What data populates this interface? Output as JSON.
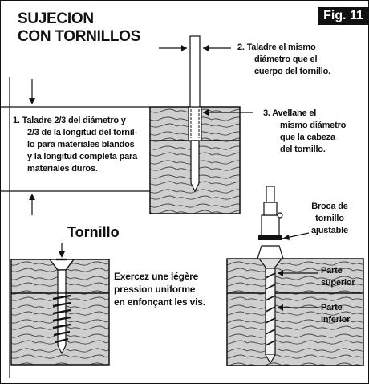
{
  "title": {
    "line1": "SUJECION",
    "line2": "CON TORNILLOS"
  },
  "figure_label": "Fig. 11",
  "step1": {
    "lines": [
      "1. Taladre 2/3 del diámetro y",
      "2/3 de la longitud del tornil-",
      "lo para materiales blandos",
      "y la longitud completa para",
      "materiales duros."
    ]
  },
  "step2": {
    "lines": [
      "2.  Taladre el mismo",
      "diámetro que el",
      "cuerpo del tornillo."
    ]
  },
  "step3": {
    "lines": [
      "3.  Avellane el",
      "mismo diámetro",
      "que la cabeza",
      "del tornillo."
    ]
  },
  "screw_label": "Tornillo",
  "pressure_note": {
    "lines": [
      "Exercez une légère",
      "pression uniforme",
      "en enfonçant les vis."
    ]
  },
  "bit_label": {
    "lines": [
      "Broca de",
      "tornillo",
      "ajustable"
    ]
  },
  "upper_label": {
    "lines": [
      "Parte",
      "superior"
    ]
  },
  "lower_label": {
    "lines": [
      "Parte",
      "inferior"
    ]
  },
  "colors": {
    "ink": "#111111",
    "wood": "#cfcfcf",
    "grain": "#444444",
    "background": "#ffffff"
  }
}
